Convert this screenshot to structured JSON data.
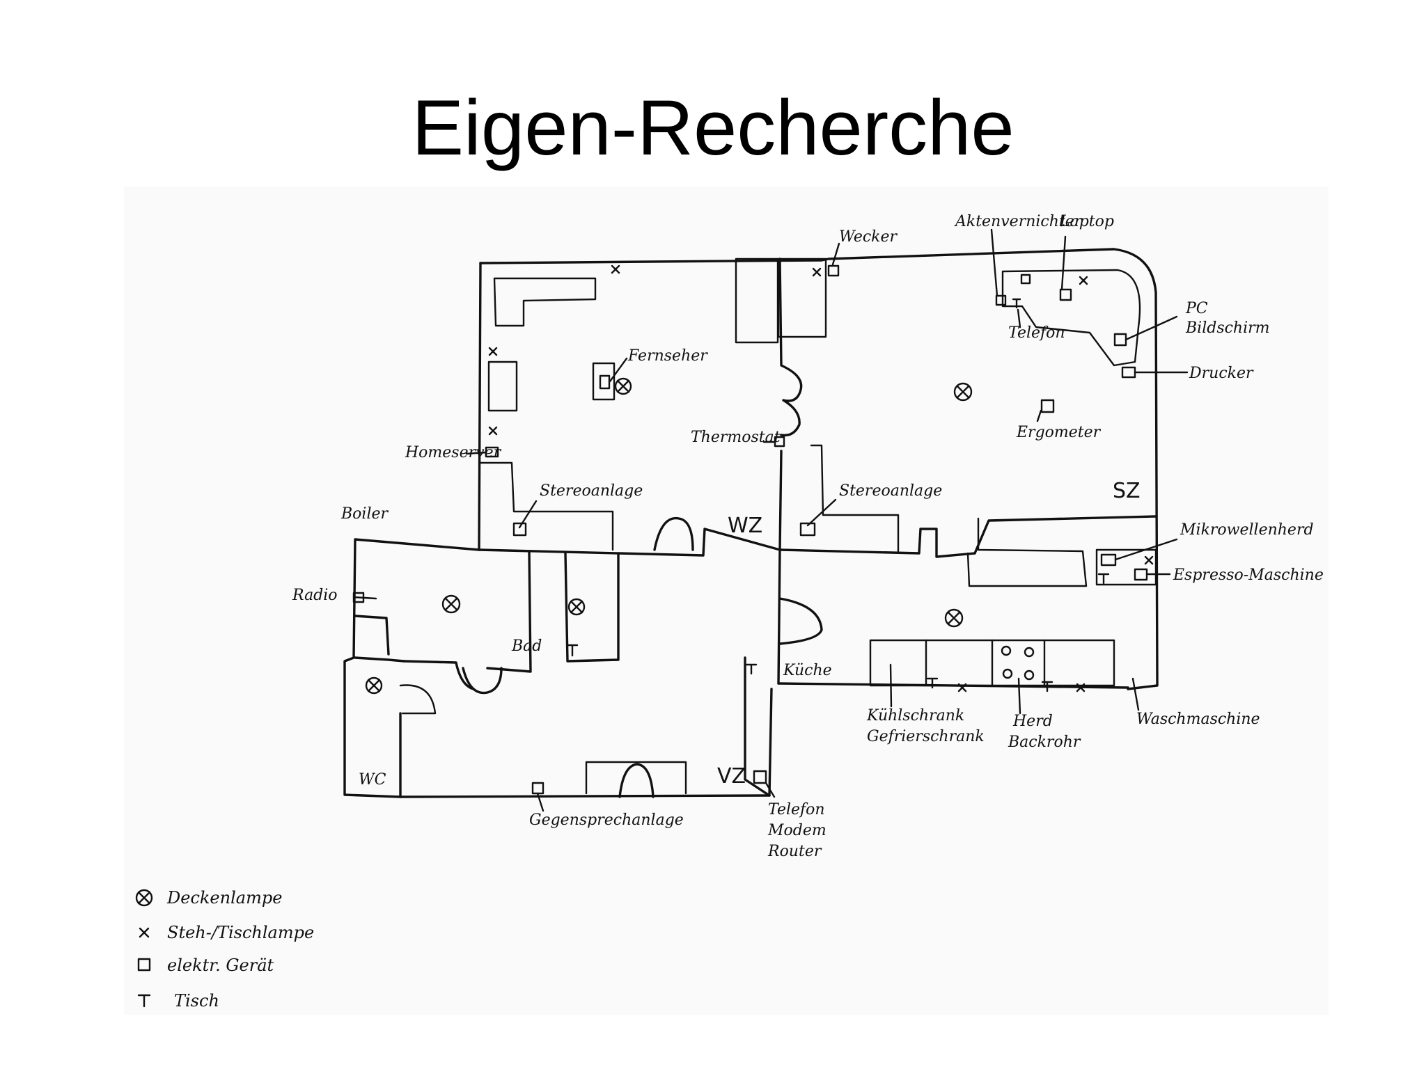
{
  "title": "Eigen-Recherche",
  "rooms": {
    "wz": "WZ",
    "sz": "SZ",
    "bad": "Bad",
    "wc": "WC",
    "vz": "VZ",
    "kueche": "Küche"
  },
  "labels": {
    "wecker": "Wecker",
    "aktenvernichter": "Aktenvernichter",
    "laptop": "Laptop",
    "telefon_sz": "Telefon",
    "pc": "PC",
    "bildschirm": "Bildschirm",
    "drucker": "Drucker",
    "ergometer": "Ergometer",
    "fernseher": "Fernseher",
    "thermostat": "Thermostat",
    "homeserver": "Homeserver",
    "stereoanlage_wz": "Stereoanlage",
    "stereoanlage_sz": "Stereoanlage",
    "boiler": "Boiler",
    "radio": "Radio",
    "mikrowellenherd": "Mikrowellenherd",
    "espresso": "Espresso-Maschine",
    "kuehlschrank": "Kühlschrank",
    "gefrierschrank": "Gefrierschrank",
    "herd": "Herd",
    "backrohr": "Backrohr",
    "waschmaschine": "Waschmaschine",
    "gegensprechanlage": "Gegensprechanlage",
    "telefon_vz": "Telefon",
    "modem": "Modem",
    "router": "Router"
  },
  "legend": [
    {
      "symbol": "⊗",
      "icon": "ceiling-lamp-icon",
      "text": "Deckenlampe"
    },
    {
      "symbol": "×",
      "icon": "floor-lamp-icon",
      "text": "Steh-/Tischlampe"
    },
    {
      "symbol": "□",
      "icon": "electric-device-icon",
      "text": "elektr. Gerät"
    },
    {
      "symbol": "T",
      "icon": "table-icon",
      "text": "Tisch"
    }
  ]
}
